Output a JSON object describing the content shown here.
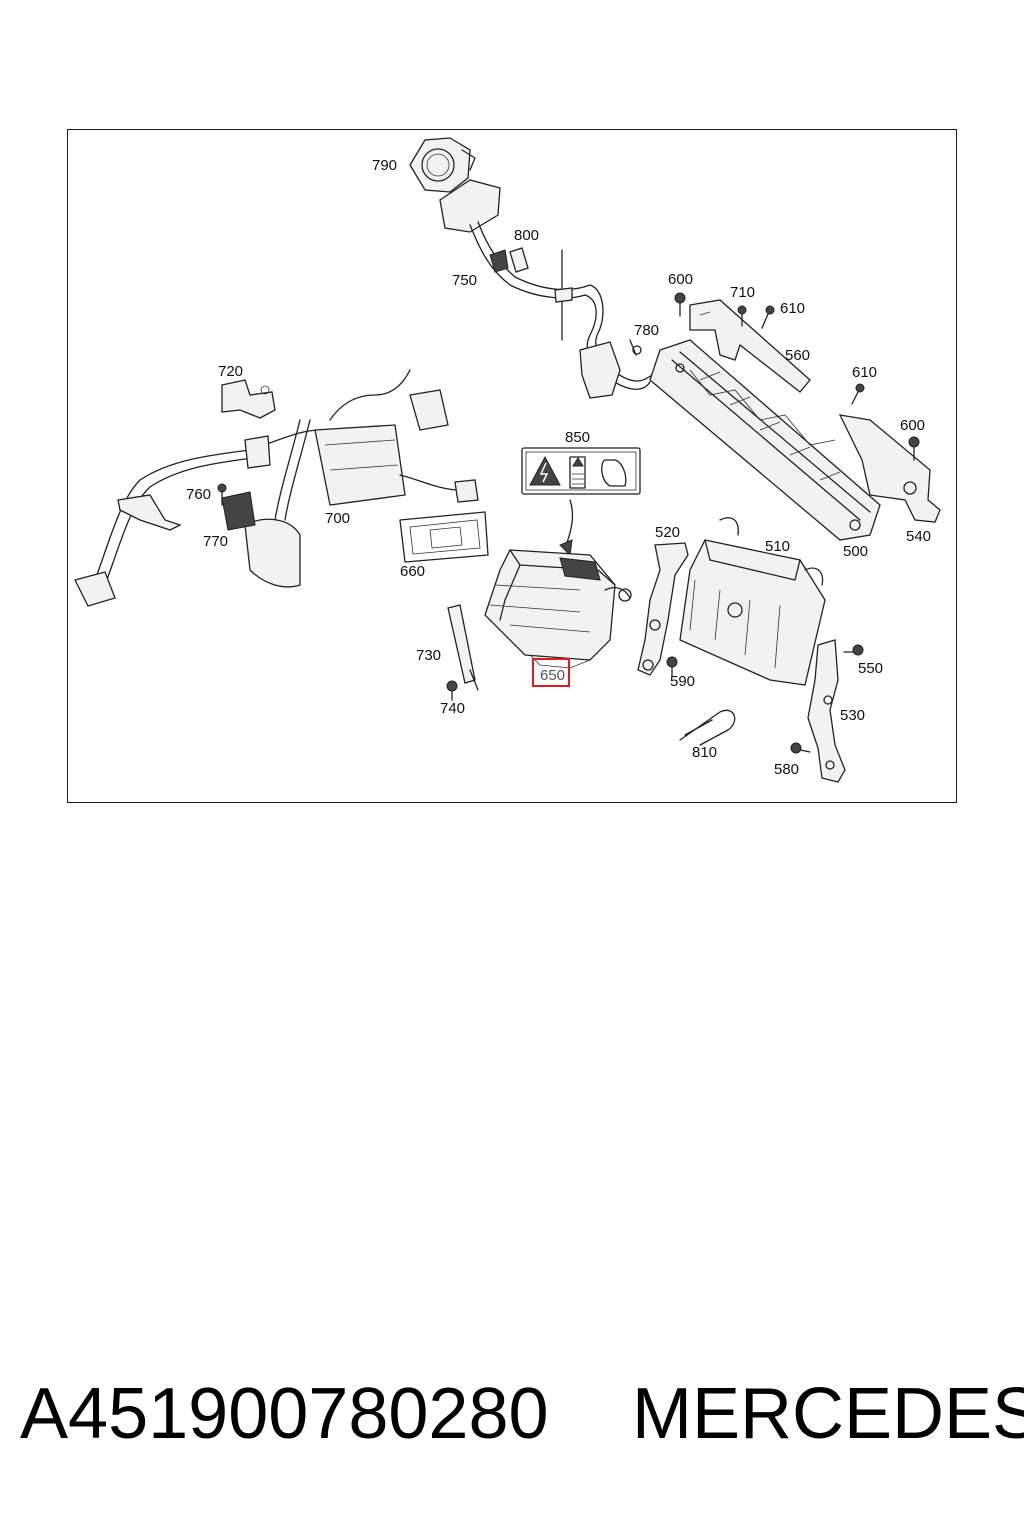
{
  "diagram": {
    "callouts": [
      {
        "id": "790",
        "label": "790"
      },
      {
        "id": "800",
        "label": "800"
      },
      {
        "id": "750",
        "label": "750"
      },
      {
        "id": "600a",
        "label": "600"
      },
      {
        "id": "710",
        "label": "710"
      },
      {
        "id": "610a",
        "label": "610"
      },
      {
        "id": "780",
        "label": "780"
      },
      {
        "id": "560",
        "label": "560"
      },
      {
        "id": "610b",
        "label": "610"
      },
      {
        "id": "600b",
        "label": "600"
      },
      {
        "id": "720",
        "label": "720"
      },
      {
        "id": "850",
        "label": "850"
      },
      {
        "id": "760",
        "label": "760"
      },
      {
        "id": "700",
        "label": "700"
      },
      {
        "id": "770",
        "label": "770"
      },
      {
        "id": "660",
        "label": "660"
      },
      {
        "id": "520",
        "label": "520"
      },
      {
        "id": "510",
        "label": "510"
      },
      {
        "id": "500",
        "label": "500"
      },
      {
        "id": "540",
        "label": "540"
      },
      {
        "id": "730",
        "label": "730"
      },
      {
        "id": "650",
        "label": "650",
        "highlighted": true
      },
      {
        "id": "590",
        "label": "590"
      },
      {
        "id": "550",
        "label": "550"
      },
      {
        "id": "740",
        "label": "740"
      },
      {
        "id": "530",
        "label": "530"
      },
      {
        "id": "810",
        "label": "810"
      },
      {
        "id": "580",
        "label": "580"
      }
    ],
    "highlight_color": "#e01b1b"
  },
  "footer": {
    "part_number": "A451900780280",
    "brand": "MERCEDES"
  }
}
